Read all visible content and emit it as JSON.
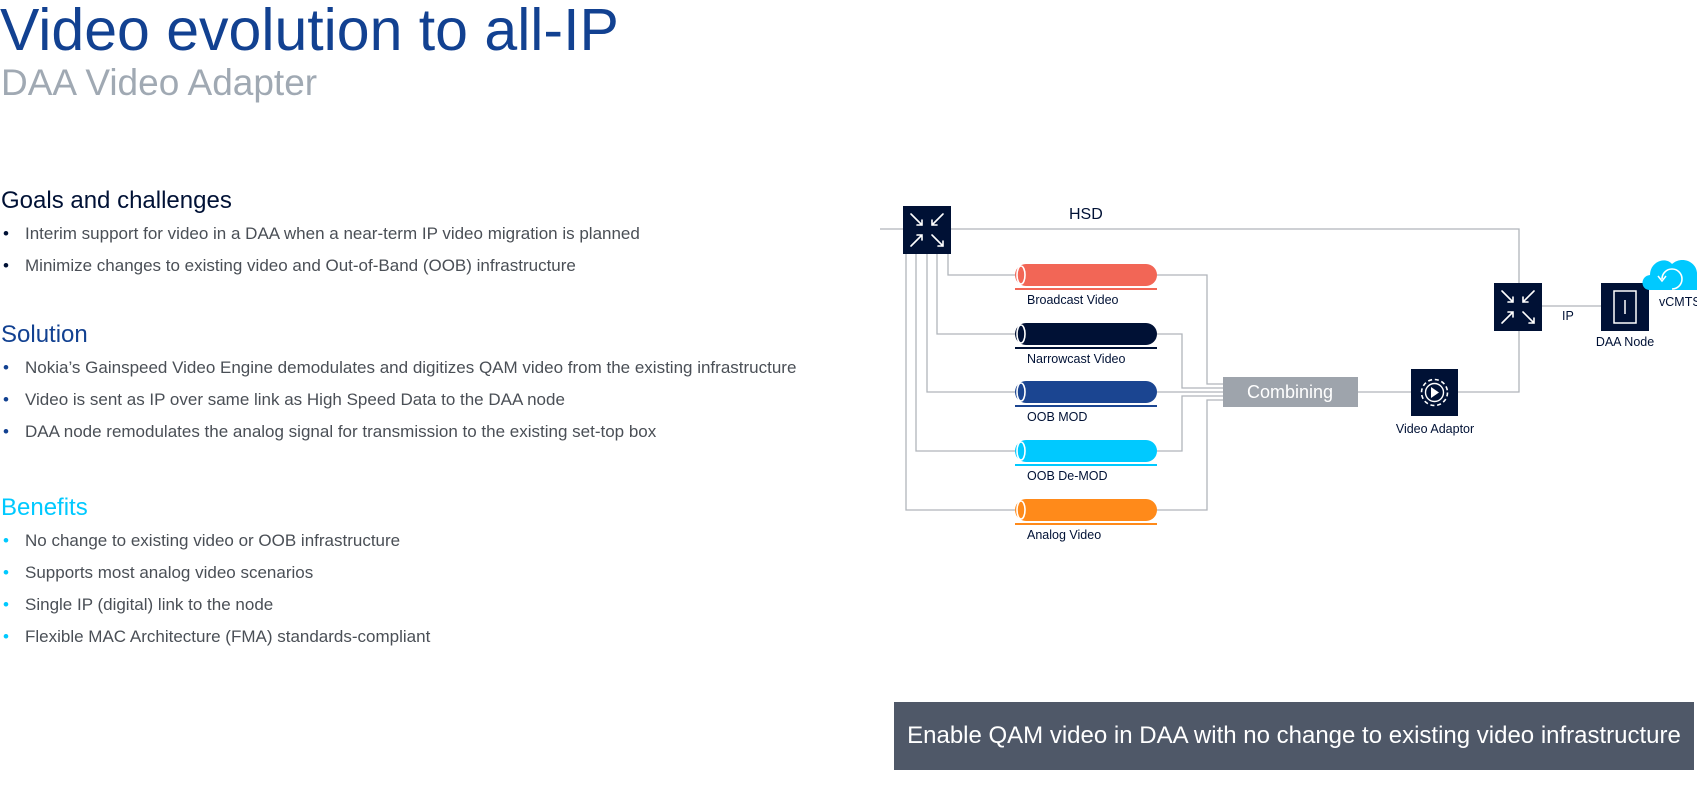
{
  "header": {
    "title": "Video evolution to all-IP",
    "subtitle": "DAA Video Adapter"
  },
  "goals": {
    "heading": "Goals and challenges",
    "items": [
      "Interim support for video in a DAA when a near-term IP video migration is planned",
      "Minimize changes to existing video and Out-of-Band (OOB) infrastructure"
    ]
  },
  "solution": {
    "heading": "Solution",
    "items": [
      "Nokia’s Gainspeed Video Engine demodulates and digitizes QAM video from the existing infrastructure",
      "Video is sent as IP over same link as High Speed Data to the DAA node",
      "DAA node remodulates the analog signal for transmission to the existing set-top box"
    ]
  },
  "benefits": {
    "heading": "Benefits",
    "items": [
      "No change to existing video or OOB infrastructure",
      "Supports most analog video scenarios",
      "Single IP (digital) link to the node",
      "Flexible MAC Architecture (FMA) standards-compliant"
    ]
  },
  "diagram": {
    "hsd_label": "HSD",
    "ip_label": "IP",
    "combining_label": "Combining",
    "video_adaptor_label": "Video Adaptor",
    "daa_node_label": "DAA Node",
    "vcmts_label": "vCMTS",
    "pipes": [
      {
        "label": "Broadcast Video",
        "color": "#f26656"
      },
      {
        "label": "Narrowcast Video",
        "color": "#001135"
      },
      {
        "label": "OOB MOD",
        "color": "#1b4591"
      },
      {
        "label": "OOB De-MOD",
        "color": "#00c9ff"
      },
      {
        "label": "Analog Video",
        "color": "#ff8a1a"
      }
    ],
    "router_icon": "router-arrows-icon",
    "gear_icon": "gear-play-icon",
    "node_icon": "node-box-icon",
    "cloud_icon": "cloud-refresh-icon",
    "line_color": "#b0b5bb",
    "box_color": "#001135",
    "combining_color": "#9ea4ac"
  },
  "banner": {
    "text": "Enable QAM video in DAA with no change to existing video infrastructure"
  }
}
